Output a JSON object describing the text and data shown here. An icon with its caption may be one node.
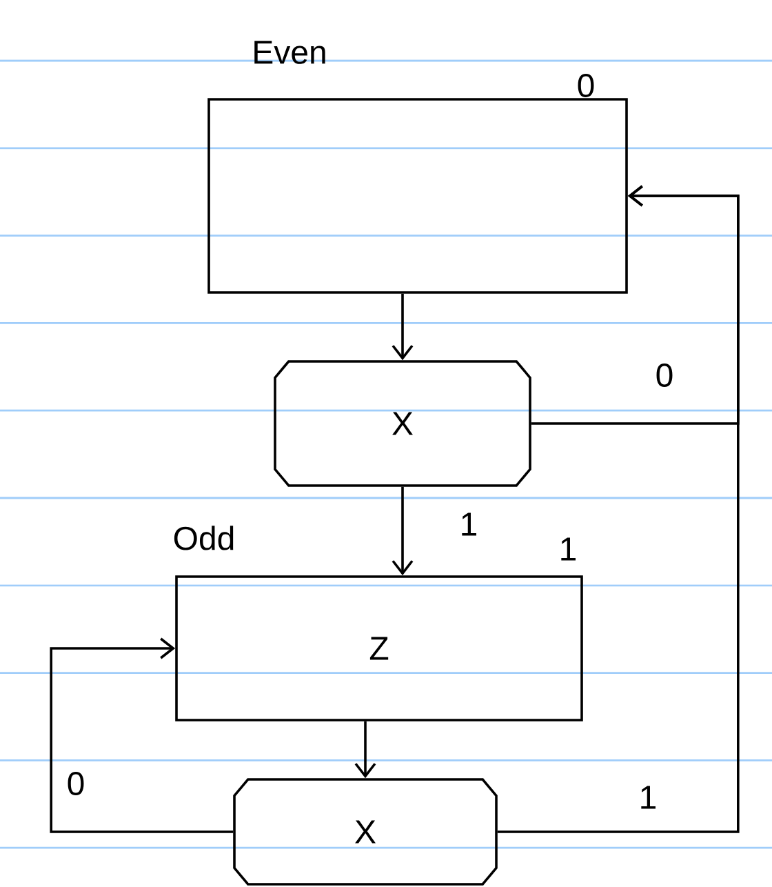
{
  "diagram": {
    "nodes": [
      {
        "text": [
          "Even"
        ],
        "beside": [
          "0"
        ]
      },
      {
        "text": [
          "X"
        ]
      },
      {
        "text": [
          "Odd",
          "Z"
        ],
        "beside": [
          "1"
        ]
      },
      {
        "text": [
          "X"
        ]
      }
    ],
    "edges": [
      {
        "from": 0,
        "to": 1,
        "arrow": "to"
      },
      {
        "from": 1,
        "to": 0,
        "arrow": "to",
        "label": "0"
      },
      {
        "from": 1,
        "to": 2,
        "arrow": "to",
        "label": "1"
      },
      {
        "from": 2,
        "to": 3,
        "arrow": "to"
      },
      {
        "from": 3,
        "to": 2,
        "arrow": "to",
        "label": "0"
      },
      {
        "from": 3,
        "to": 0,
        "arrow": "to",
        "label": "1"
      }
    ]
  }
}
